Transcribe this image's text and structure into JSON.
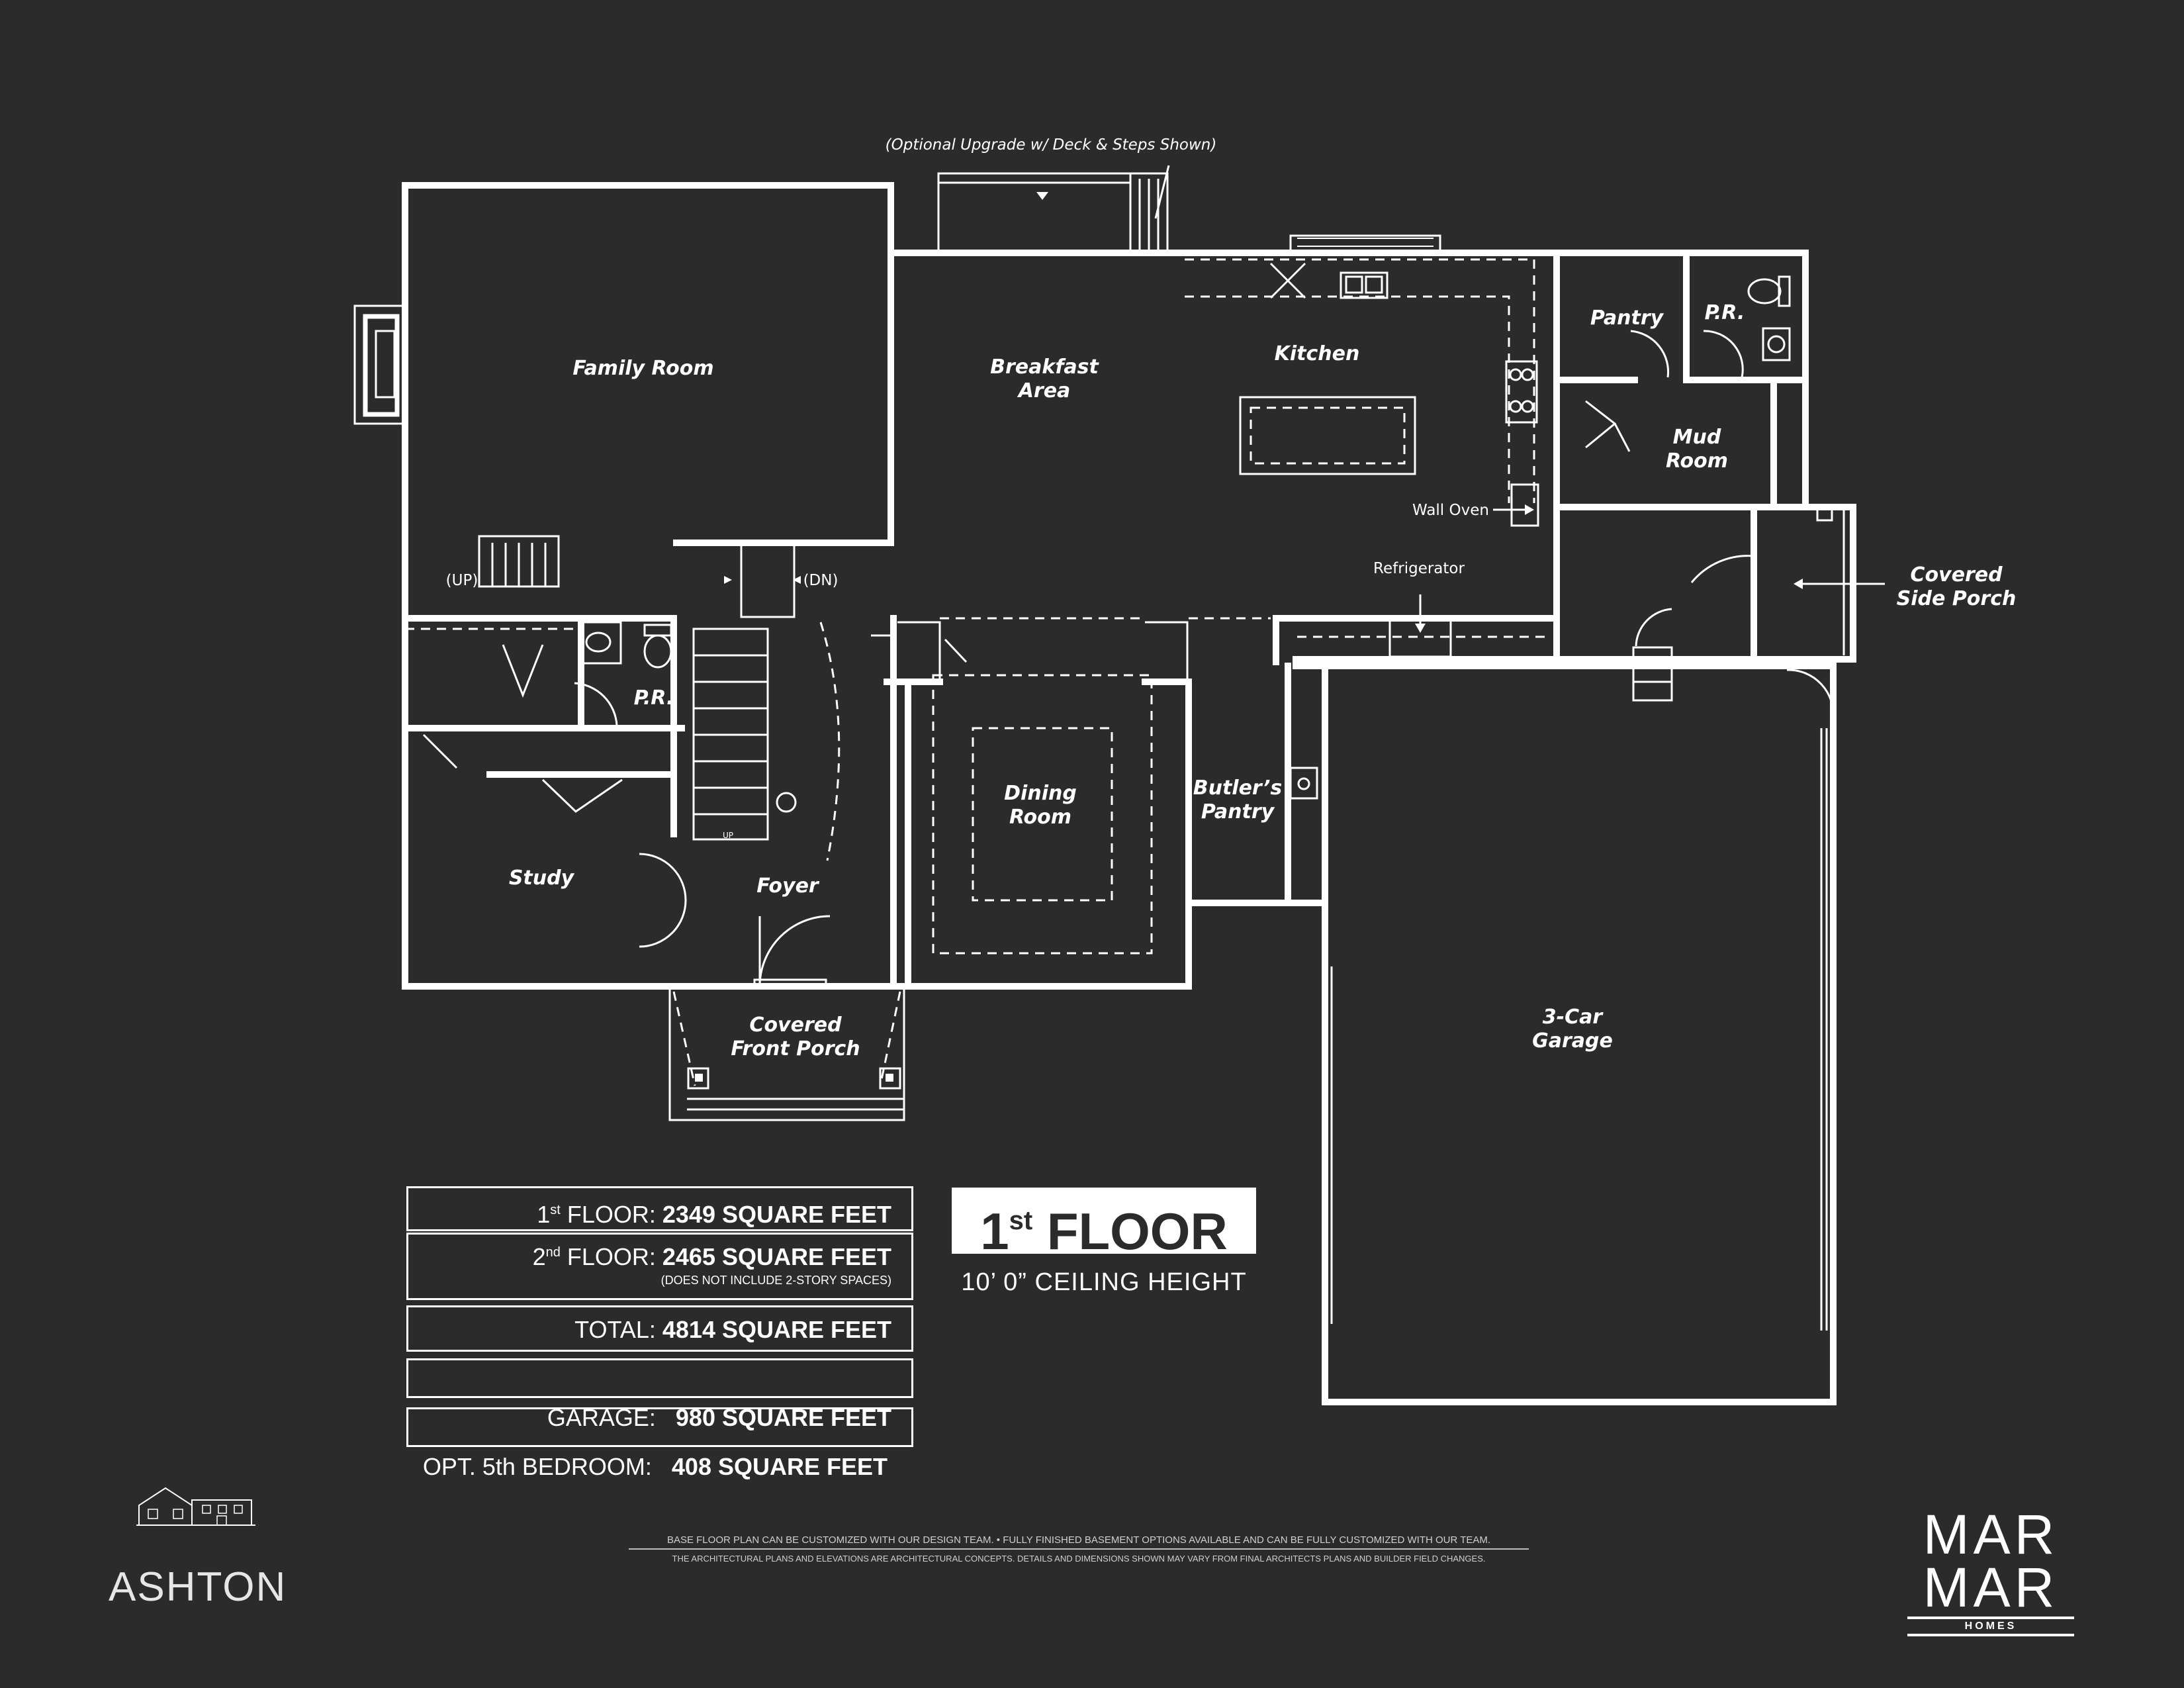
{
  "plan": {
    "deck_note": "(Optional Upgrade w/ Deck & Steps Shown)",
    "rooms": {
      "family_room": "Family Room",
      "breakfast_area": [
        "Breakfast",
        "Area"
      ],
      "kitchen": "Kitchen",
      "pantry": "Pantry",
      "pr_top": "P.R.",
      "mud_room": [
        "Mud",
        "Room"
      ],
      "covered_side_porch": [
        "Covered",
        "Side Porch"
      ],
      "pr_center": "P.R.",
      "study": "Study",
      "foyer": "Foyer",
      "dining_room": [
        "Dining",
        "Room"
      ],
      "butlers_pantry": [
        "Butler’s",
        "Pantry"
      ],
      "garage": [
        "3-Car",
        "Garage"
      ],
      "covered_front_porch": [
        "Covered",
        "Front Porch"
      ]
    },
    "callouts": {
      "wall_oven": "Wall Oven",
      "refrigerator": "Refrigerator",
      "stair_up": "(UP)",
      "stair_dn": "(DN)",
      "stair_up_small": "UP"
    }
  },
  "sqft": {
    "first_floor": {
      "label_pre": "1",
      "label_sup": "st",
      "label_post": " FLOOR: ",
      "value": "2349 SQUARE FEET"
    },
    "second_floor": {
      "label_pre": "2",
      "label_sup": "nd",
      "label_post": " FLOOR: ",
      "value": "2465 SQUARE FEET",
      "note": "(DOES NOT INCLUDE 2-STORY SPACES)"
    },
    "total": {
      "label": "TOTAL: ",
      "value": "4814 SQUARE FEET"
    },
    "garage": {
      "label": "GARAGE:   ",
      "value": "980 SQUARE FEET"
    },
    "opt_bedroom": {
      "label": "OPT. 5th BEDROOM:   ",
      "value": "408 SQUARE FEET"
    }
  },
  "title": {
    "num": "1",
    "sup": "st",
    "word": " FLOOR",
    "ceiling": "10’ 0” CEILING HEIGHT"
  },
  "model_name": "ASHTON",
  "disclaimer": {
    "line1": "BASE FLOOR PLAN CAN BE CUSTOMIZED WITH OUR DESIGN TEAM. • FULLY FINISHED BASEMENT OPTIONS AVAILABLE AND CAN BE FULLY CUSTOMIZED WITH OUR TEAM.",
    "line2": "THE ARCHITECTURAL PLANS AND ELEVATIONS ARE ARCHITECTURAL CONCEPTS. DETAILS AND DIMENSIONS SHOWN MAY VARY FROM FINAL ARCHITECTS PLANS AND BUILDER FIELD CHANGES."
  },
  "logo": {
    "line1": "MAR",
    "line2": "MAR",
    "sub": "HOMES"
  },
  "colors": {
    "background": "#2b2b2b",
    "lines": "#ffffff"
  }
}
